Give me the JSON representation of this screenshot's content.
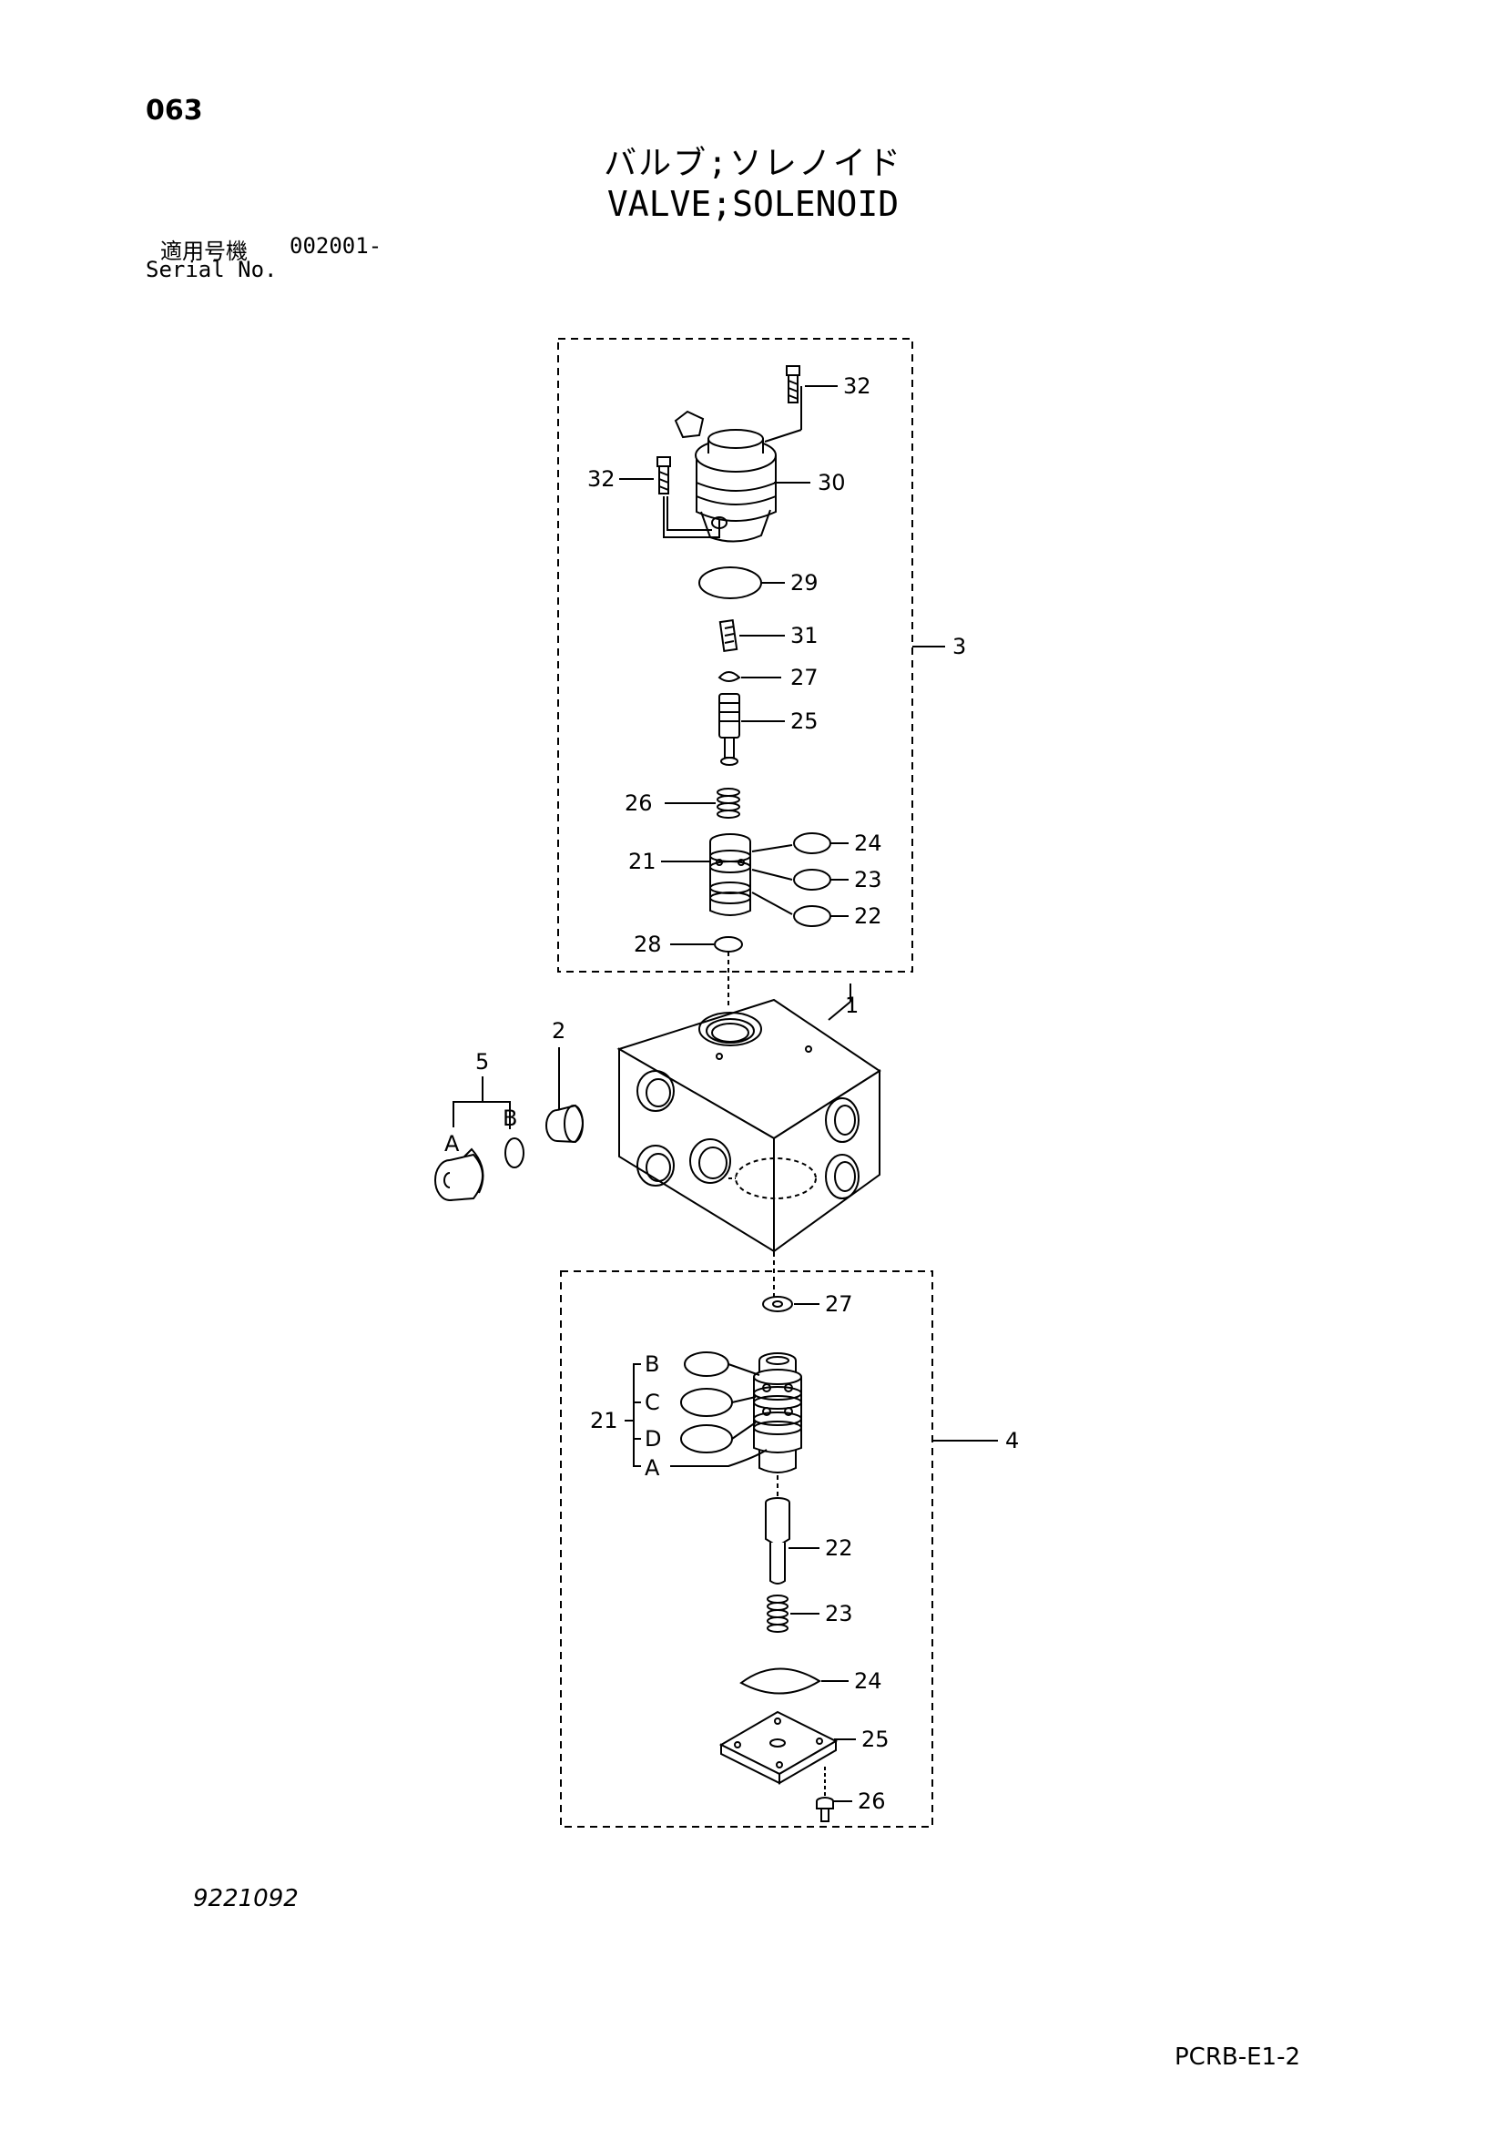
{
  "header": {
    "page_number": "063",
    "title_jp": "バルブ;ソレノイド",
    "title_en": "VALVE;SOLENOID",
    "serial_label_jp": "適用号機",
    "serial_value": "002001-",
    "serial_label_en": "Serial No."
  },
  "callouts": {
    "group3": {
      "p32a": "32",
      "p32b": "32",
      "p30": "30",
      "p29": "29",
      "p31": "31",
      "p27": "27",
      "p25": "25",
      "p26": "26",
      "p24": "24",
      "p21": "21",
      "p23": "23",
      "p22": "22",
      "p28": "28",
      "group": "3"
    },
    "body": {
      "p1": "1",
      "p2": "2",
      "p5": "5",
      "p5a": "A",
      "p5b": "B"
    },
    "group4": {
      "p27": "27",
      "p21": "21",
      "b": "B",
      "c": "C",
      "d": "D",
      "a": "A",
      "p22": "22",
      "p23": "23",
      "p24": "24",
      "p25": "25",
      "p26": "26",
      "group": "4"
    }
  },
  "footer": {
    "drawing_number": "9221092",
    "page_code": "PCRB-E1-2"
  }
}
